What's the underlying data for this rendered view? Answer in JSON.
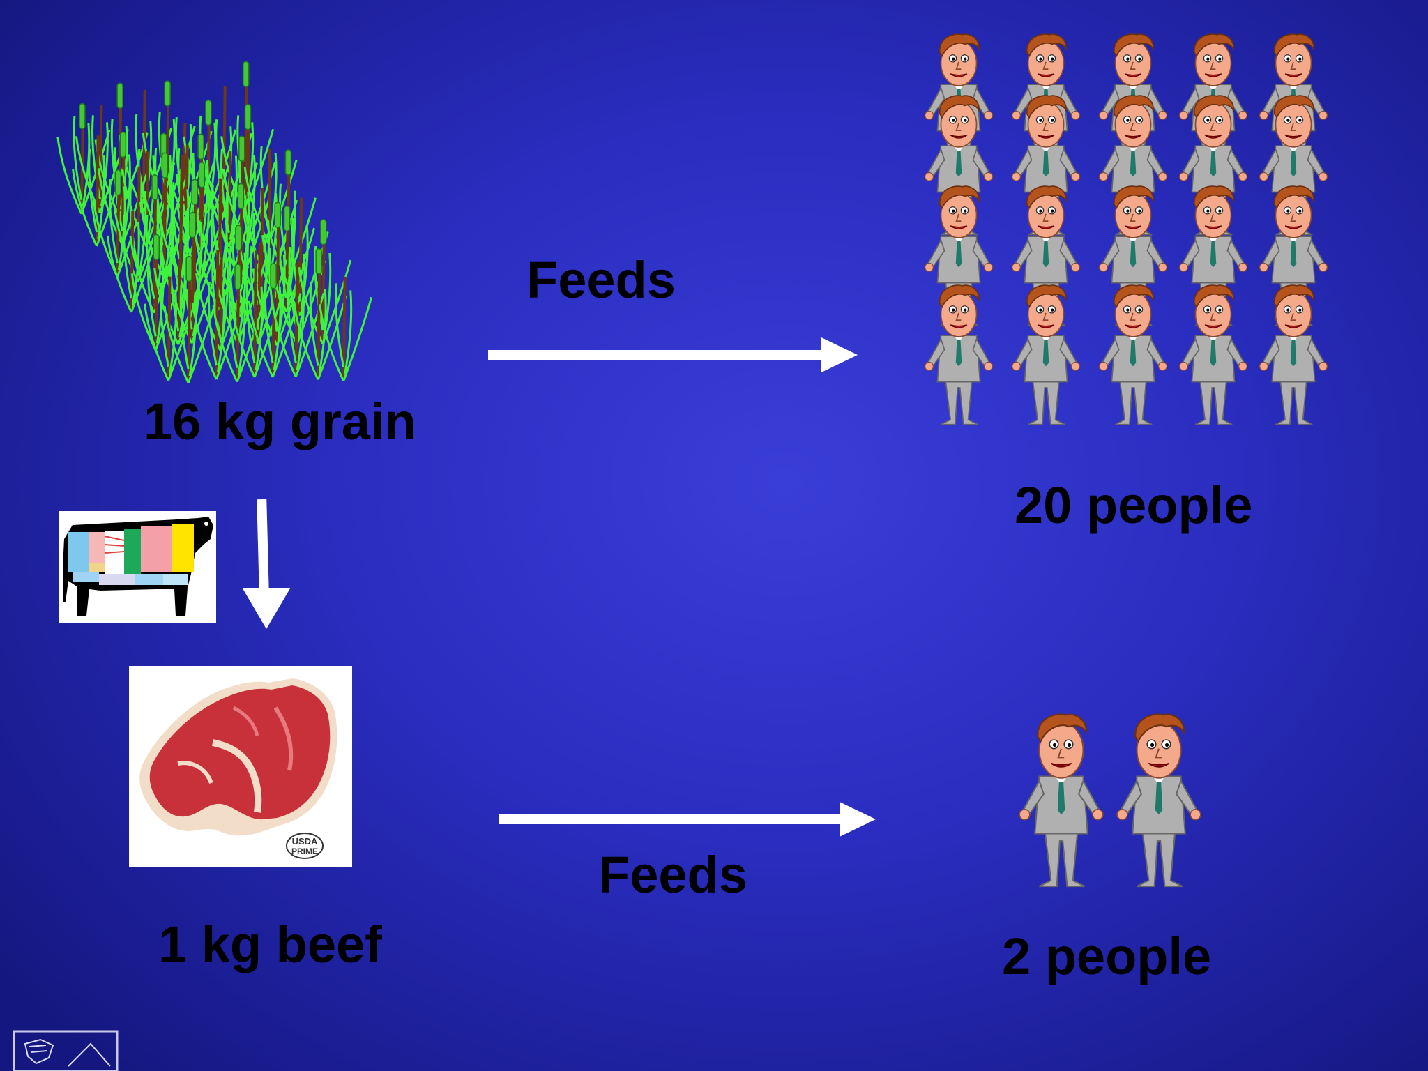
{
  "labels": {
    "grain": "16 kg grain",
    "beef": "1 kg beef",
    "people_many": "20 people",
    "people_few": "2 people",
    "feeds_top": "Feeds",
    "feeds_bottom": "Feeds"
  },
  "stamp": {
    "line1": "USDA",
    "line2": "PRIME"
  },
  "counts": {
    "people_from_grain": 20,
    "people_from_beef": 2
  },
  "colors": {
    "background": "#2a2dbf",
    "text": "#000000",
    "arrow": "#ffffff",
    "grain_leaf": "#3ef23e",
    "grain_stem": "#6b3a14",
    "meat": "#c8303a",
    "skin": "#f4a98a",
    "hair": "#b4541c",
    "suit": "#b0b0b0"
  },
  "icons": {
    "grain": "grain-field-icon",
    "cow": "cow-cuts-diagram-icon",
    "beef": "beef-steak-icon",
    "person": "cartoon-man-icon",
    "nav": "slide-navigation-icon"
  }
}
